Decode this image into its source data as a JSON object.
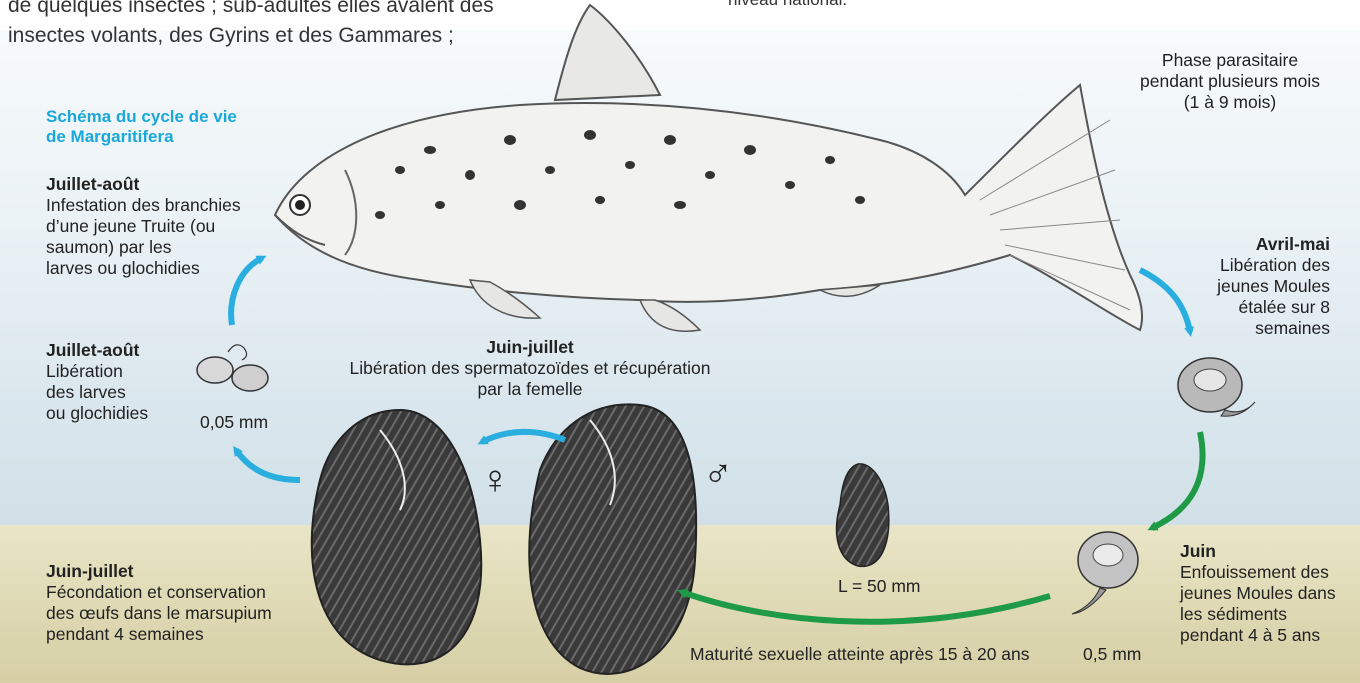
{
  "intro": {
    "line1": "de quelques insectes ; sub-adultes elles avalent des",
    "line2": "insectes volants, des Gyrins et des Gammares ;",
    "right_fragment": "niveau national."
  },
  "title": {
    "line1": "Schéma du cycle de vie",
    "line2": "de Margaritifera"
  },
  "phase_parasitaire": {
    "line1": "Phase parasitaire",
    "line2": "pendant plusieurs mois",
    "line3": "(1 à 9 mois)"
  },
  "stage_infestation": {
    "heading": "Juillet-août",
    "lines": [
      "Infestation des branchies",
      "d’une jeune Truite (ou",
      "saumon) par les",
      "larves ou glochidies"
    ]
  },
  "stage_liberation_larves": {
    "heading": "Juillet-août",
    "lines": [
      "Libération",
      "des larves",
      "ou glochidies"
    ],
    "size": "0,05 mm"
  },
  "stage_spermatozoides": {
    "heading": "Juin-juillet",
    "line1": "Libération des spermatozoïdes et récupération",
    "line2": "par la femelle"
  },
  "stage_avril_mai": {
    "heading": "Avril-mai",
    "lines": [
      "Libération des",
      "jeunes Moules",
      "étalée sur 8",
      "semaines"
    ]
  },
  "stage_juin": {
    "heading": "Juin",
    "lines": [
      "Enfouissement des",
      "jeunes Moules dans",
      "les sédiments",
      "pendant 4 à 5 ans"
    ],
    "size": "0,5 mm"
  },
  "stage_fecondation": {
    "heading": "Juin-juillet",
    "lines": [
      "Fécondation et conservation",
      "des œufs dans le marsupium",
      "pendant 4 semaines"
    ]
  },
  "maturite": "Maturité sexuelle atteinte après 15 à 20 ans",
  "young_size": "L = 50 mm",
  "symbols": {
    "female": "♀",
    "male": "♂"
  },
  "colors": {
    "title": "#1aa7d9",
    "arrow_blue": "#2aaee0",
    "arrow_green": "#1f9a47"
  }
}
